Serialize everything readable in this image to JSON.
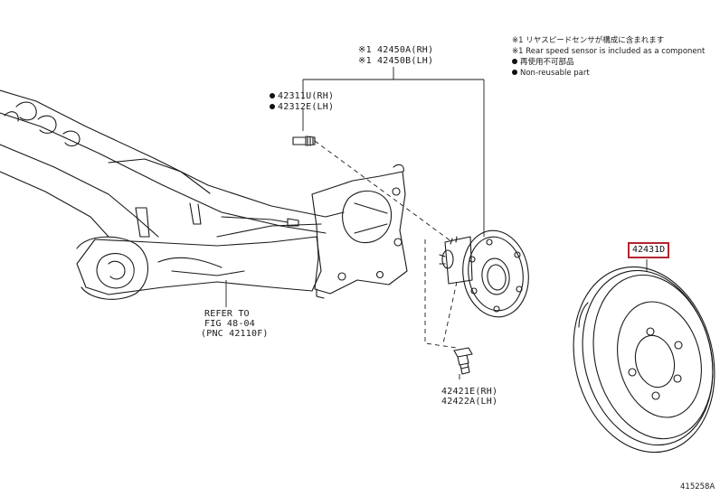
{
  "notes": {
    "line1": "※1 リヤスピードセンサが構成に含まれます",
    "line2": "※1 Rear speed sensor is included as a component",
    "line3": "再使用不可部品",
    "line4": "Non-reusable part"
  },
  "parts": {
    "hub_rh": "※1 42450A(RH)",
    "hub_lh": "※1 42450B(LH)",
    "stud_rh": "42311U(RH)",
    "stud_lh": "42312E(LH)",
    "bolt_rh": "42421E(RH)",
    "bolt_lh": "42422A(LH)",
    "drum": "42431D"
  },
  "refer": {
    "line1": "REFER TO",
    "line2": "FIG 48-04",
    "line3": "(PNC 42110F)"
  },
  "figure_code": "415258A",
  "colors": {
    "line": "#1a1a1a",
    "highlight_box": "#b3262e"
  }
}
